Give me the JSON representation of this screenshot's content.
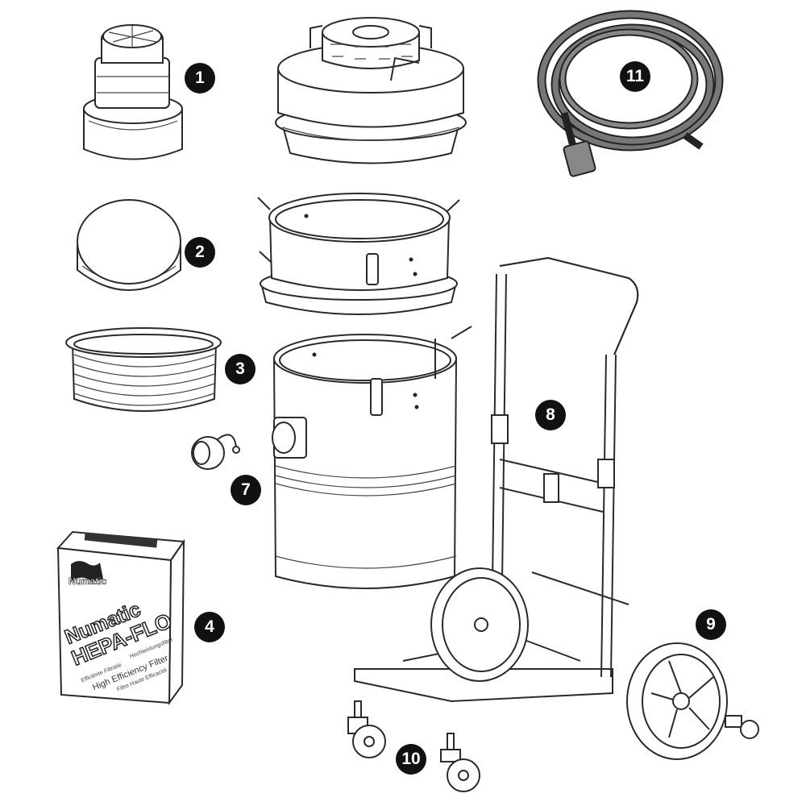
{
  "callouts": [
    "1",
    "2",
    "3",
    "4",
    "7",
    "8",
    "9",
    "10",
    "11"
  ],
  "filter_box": {
    "brand": "Numatic",
    "product_line1": "Numatic",
    "product_line2": "HEPA-FLO",
    "subtitle_nl": "Efficiënte Filtratie",
    "subtitle_de": "Hochleistungsfilter",
    "subtitle_en": "High Efficiency Filter",
    "subtitle_fr": "Filtre Haute Efficacité"
  },
  "colors": {
    "callout_bg": "#111111",
    "callout_text": "#ffffff",
    "cable": "#777777"
  }
}
